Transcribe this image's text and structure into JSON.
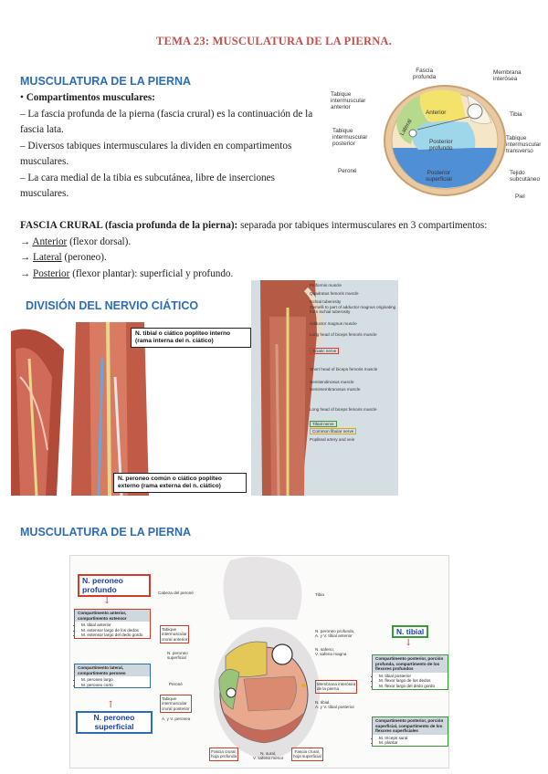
{
  "title": "TEMA 23: MUSCULATURA DE LA PIERNA.",
  "section1": {
    "heading": "MUSCULATURA DE LA PIERNA",
    "subheading": "Compartimentos musculares:",
    "lines": [
      "– La fascia profunda de la pierna (fascia crural) es la continuación de la fascia lata.",
      "– Diversos tabiques intermusculares la dividen en compartimentos musculares.",
      "– La cara medial de la tibia es subcutánea, libre de inserciones musculares."
    ],
    "fascia_bold": "FASCIA CRURAL (fascia profunda de la pierna):",
    "fascia_rest": " separada por tabiques intermusculares en 3 compartimentos:",
    "compartments": [
      {
        "arrow": "→ ",
        "name": "Anterior",
        "desc": " (flexor dorsal)."
      },
      {
        "arrow": "→ ",
        "name": "Lateral",
        "desc": " (peroneo)."
      },
      {
        "arrow": "→ ",
        "name": "Posterior",
        "desc": " (flexor plantar): superficial y profundo."
      }
    ]
  },
  "crosssection_fig": {
    "labels": {
      "fascia": "Fascia\nprofunda",
      "membrana": "Membrana\ninterósea",
      "tabique_ant": "Tabique\nintermuscular\nanterior",
      "tibia": "Tibia",
      "tabique_post": "Tabique\nintermuscular\nposterior",
      "tabique_trans": "Tabique\nintermuscular\ntransverso",
      "perone": "Peroné",
      "tejido": "Tejido\nsubcutáneo",
      "piel": "Piel",
      "anterior": "Anterior",
      "lateral": "Lateral",
      "post_prof": "Posterior\nprofundo",
      "post_sup": "Posterior\nsuperficial"
    }
  },
  "section2": {
    "heading": "DIVISIÓN DEL NERVIO CIÁTICO",
    "callout_top": "N. tibial o ciático poplíteo interno\n(rama interna del n. ciático)",
    "callout_bottom": "N. peroneo común o ciático poplíteo\nexterno (rama externa del n. ciático)",
    "right_labels": [
      "Piriformis muscle",
      "Quadratus femoris muscle",
      "Ischial tuberosity",
      "Gemelli to part of adductor magnus originating from ischial tuberosity",
      "Adductor magnus muscle",
      "Long head of biceps femoris muscle",
      "Sciatic nerve",
      "Short head of biceps femoris muscle",
      "Semitendinosus muscle",
      "Semimembranosus muscle",
      "Long head of biceps femoris muscle",
      "Tibial nerve",
      "Common fibular nerve",
      "Popliteal artery and vein"
    ]
  },
  "section3": {
    "heading": "MUSCULATURA DE LA PIERNA",
    "n_peroneo_profundo": "N. peroneo\nprofundo",
    "n_peroneo_superficial": "N. peroneo\nsuperficial",
    "n_tibial": "N. tibial",
    "box_anterior": {
      "title": "Compartimento anterior, compartimento extensor",
      "items": [
        "M. tibial anterior",
        "M. extensor largo de los dedos",
        "M. extensor largo del dedo gordo"
      ]
    },
    "box_lateral": {
      "title": "Compartimento lateral, compartimento peroneo",
      "items": [
        "M. peroneo largo",
        "M. peroneo corto"
      ]
    },
    "box_post_prof": {
      "title": "Compartimento posterior, porción profunda, compartimento de los flexores profundos",
      "items": [
        "M. tibial posterior",
        "M. flexor largo de los dedos",
        "M. flexor largo del dedo gordo"
      ]
    },
    "box_post_sup": {
      "title": "Compartimento posterior, porción superficial, compartimento de los flexores superficiales",
      "items": [
        "M. tríceps sural",
        "M. plantar"
      ]
    },
    "fig_labels": {
      "cabeza": "Cabeza del peroné",
      "tabique_ant": "Tabique\nintermuscular\ncrural anterior",
      "n_peroneo_sup": "N. peroneo\nsuperficial",
      "perone": "Peroné",
      "tabique_post": "Tabique\nintermuscular\ncrural posterior",
      "av_peronea": "A. y V. peronea",
      "tibia": "Tibia",
      "n_peroneo_prof": "N. peroneo profundo,\nA. y V. tibial anterior",
      "n_safeno": "N. safeno,\nV. safena magna",
      "membrana": "Membrana interósea\nde la pierna",
      "n_tibial": "N. tibial,\nA. y V. tibial posterior",
      "fascia_prof": "Fascia crural,\nhoja profunda",
      "n_sural": "N. sural,\nV. safena menor",
      "fascia_sup": "Fascia crural,\nhoja superficial"
    }
  },
  "colors": {
    "heading_blue": "#2e6db4",
    "title_red": "#c0504d",
    "anterior_yellow": "#f4e36a",
    "lateral_green": "#b7d98c",
    "post_prof_cyan": "#9fd7ea",
    "post_sup_blue": "#4f8fd6",
    "muscle_red": "#c46a5a"
  }
}
